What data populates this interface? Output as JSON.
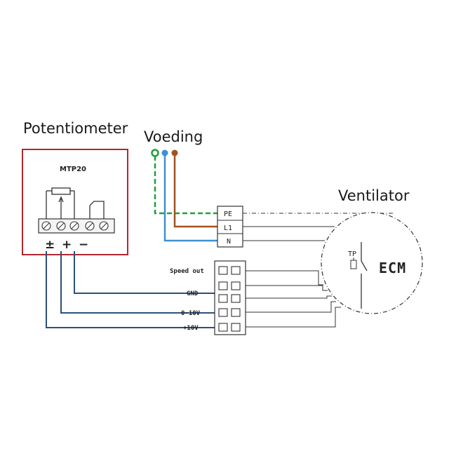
{
  "titles": {
    "potentiometer": "Potentiometer",
    "power": "Voeding",
    "fan": "Ventilator"
  },
  "potentiometer": {
    "model": "MTP20",
    "terminal_signs": [
      "±",
      "+",
      "−"
    ]
  },
  "power_terminals": [
    "PE",
    "L1",
    "N"
  ],
  "signal_terminals": [
    "Speed out",
    "GND",
    "0-10V",
    "+10V"
  ],
  "motor": {
    "label": "ECM",
    "thermal_protection": "TP"
  },
  "colors": {
    "pe_wire": "#1fa03a",
    "l1_wire": "#a0521e",
    "n_wire": "#3d8fd6",
    "signal_wire": "#2e4f7a",
    "pot_frame": "#b3262e",
    "outline": "#333333"
  }
}
